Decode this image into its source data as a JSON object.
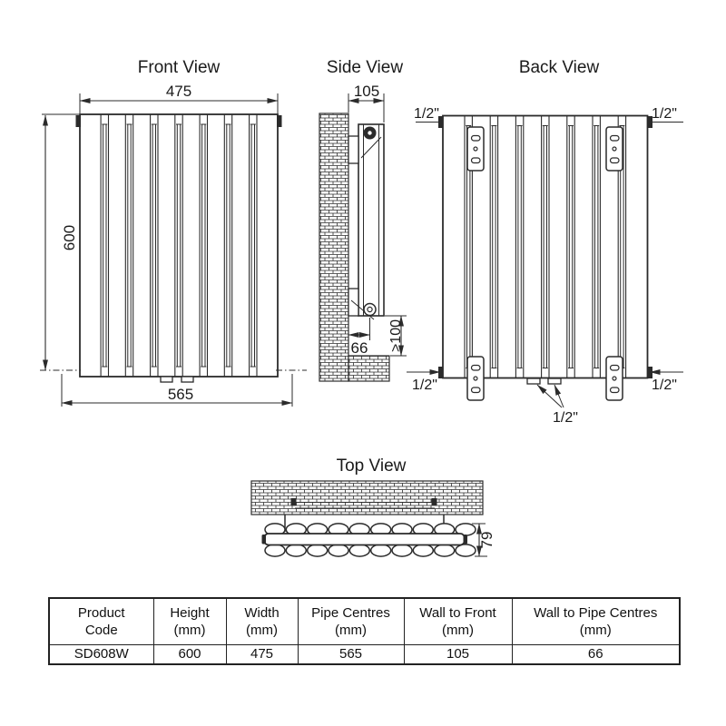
{
  "titles": {
    "front": "Front View",
    "side": "Side View",
    "back": "Back View",
    "top": "Top View"
  },
  "dims": {
    "width": "475",
    "height": "600",
    "pipe_centres": "565",
    "depth": "105",
    "wall_to_pipe": "66",
    "floor_clearance": ">100",
    "overall_depth": "79",
    "connection": "1/2\""
  },
  "table": {
    "headers": [
      {
        "line1": "Product",
        "line2": "Code"
      },
      {
        "line1": "Height",
        "line2": "(mm)"
      },
      {
        "line1": "Width",
        "line2": "(mm)"
      },
      {
        "line1": "Pipe Centres",
        "line2": "(mm)"
      },
      {
        "line1": "Wall to Front",
        "line2": "(mm)"
      },
      {
        "line1": "Wall to Pipe Centres",
        "line2": "(mm)"
      }
    ],
    "row": {
      "product_code": "SD608W",
      "height": "600",
      "width": "475",
      "pipe_centres": "565",
      "wall_to_front": "105",
      "wall_to_pipe_centres": "66"
    }
  },
  "colors": {
    "line": "#2b2b2b",
    "text": "#1a1a1a",
    "background": "#ffffff"
  }
}
